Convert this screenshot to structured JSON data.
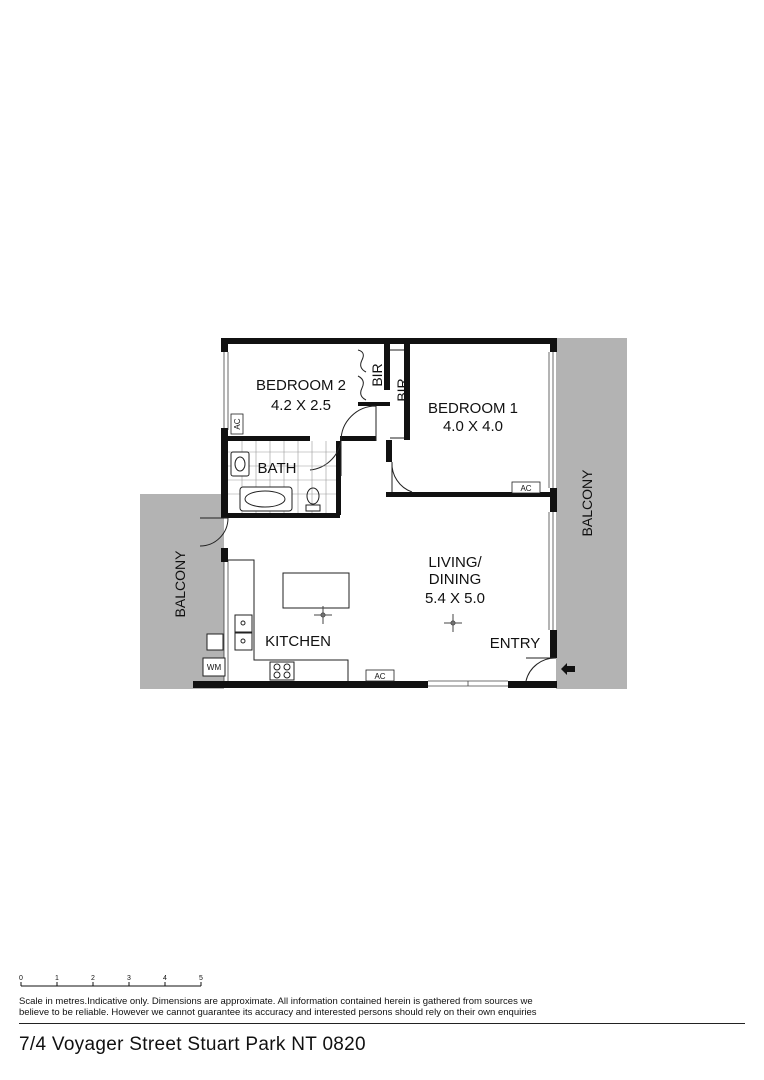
{
  "rooms": {
    "bedroom2": {
      "name": "BEDROOM 2",
      "dims": "4.2 X 2.5"
    },
    "bedroom1": {
      "name": "BEDROOM 1",
      "dims": "4.0 X 4.0"
    },
    "bath": {
      "name": "BATH"
    },
    "living": {
      "name1": "LIVING/",
      "name2": "DINING",
      "dims": "5.4 X 5.0"
    },
    "kitchen": {
      "name": "KITCHEN"
    },
    "entry": {
      "name": "ENTRY"
    },
    "bir_left": "BIR",
    "bir_right": "BIR",
    "balcony_left": "BALCONY",
    "balcony_right": "BALCONY"
  },
  "fixtures": {
    "ac_bed2": "AC",
    "ac_bed1": "AC",
    "ac_living": "AC",
    "wm": "WM"
  },
  "scale": {
    "ticks": [
      "0",
      "1",
      "2",
      "3",
      "4",
      "5"
    ]
  },
  "footer": {
    "disclaimer_line1": "Scale in metres.Indicative only. Dimensions are approximate. All information contained herein is gathered from sources we",
    "disclaimer_line2": "believe to be reliable. However we cannot guarantee its accuracy and interested persons should rely on their own enquiries",
    "address": "7/4 Voyager Street Stuart Park NT 0820"
  }
}
